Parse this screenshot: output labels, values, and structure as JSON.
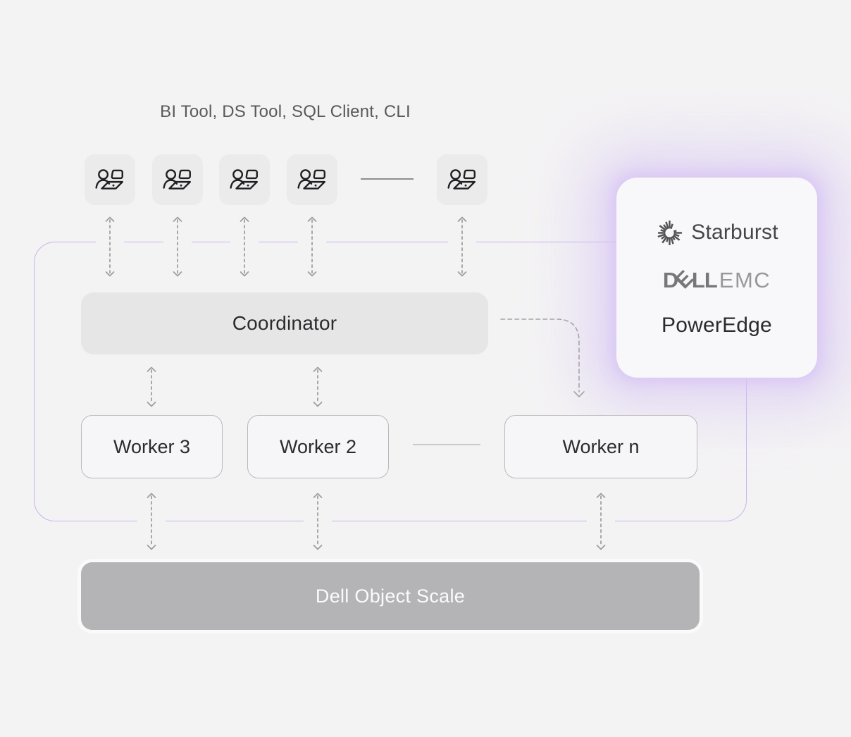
{
  "diagram": {
    "title_visible": false,
    "colors": {
      "background": "#f4f3f4",
      "accent_purple_border": "#c9b2ef",
      "card_glow": "#d8c5f5",
      "coordinator_fill": "#e7e6e7",
      "worker_fill": "#f6f5f7",
      "storage_fill": "#b4b3b5",
      "storage_text": "#fbfbfc",
      "dashed_arrow": "#9b9b9d"
    }
  },
  "header": {
    "label": "BI Tool, DS Tool, SQL Client, CLI"
  },
  "clients": {
    "icon": "user-laptop-icon",
    "tile_count": 5,
    "ellipsis_line_between": "tile-4 and tile-5"
  },
  "coordinator": {
    "label": "Coordinator"
  },
  "workers": [
    {
      "label": "Worker 3"
    },
    {
      "label": "Worker 2"
    },
    {
      "label": "Worker n"
    }
  ],
  "storage": {
    "label": "Dell Object Scale"
  },
  "branding_card": {
    "starburst": {
      "icon": "starburst-logo-icon",
      "label": "Starburst"
    },
    "dell_emc": {
      "dell_d": "D",
      "dell_e": "E",
      "dell_ll": "LL",
      "emc": "EMC"
    },
    "poweredge": {
      "label": "PowerEdge"
    }
  }
}
